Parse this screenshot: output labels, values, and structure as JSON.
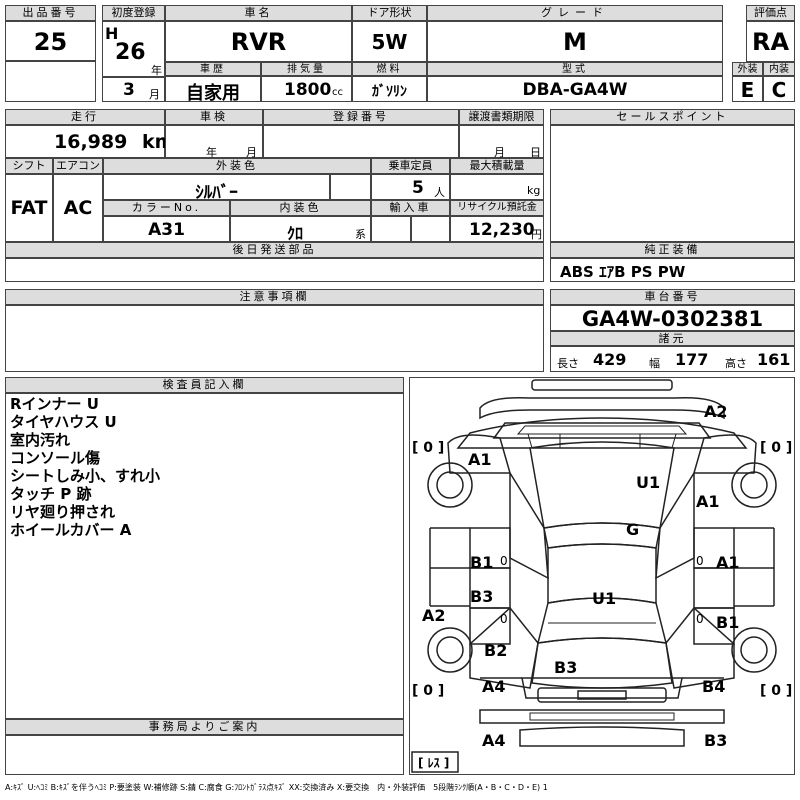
{
  "header": {
    "lot_label": "出品番号",
    "lot_number": "25",
    "first_reg_label": "初度登録",
    "era": "H",
    "year": "26",
    "year_unit": "年",
    "month": "3",
    "month_unit": "月",
    "car_name_label": "車名",
    "car_name": "RVR",
    "door_label": "ドア形状",
    "door": "5W",
    "grade_label": "グレード",
    "grade": "M",
    "score_label": "評価点",
    "score": "RA",
    "history_label": "車歴",
    "history": "自家用",
    "displacement_label": "排気量",
    "displacement": "1800",
    "displacement_unit": "cc",
    "fuel_label": "燃料",
    "fuel": "ｶﾞｿﾘﾝ",
    "model_label": "型式",
    "model": "DBA-GA4W",
    "exterior_label": "外装",
    "exterior": "E",
    "interior_label": "内装",
    "interior": "C"
  },
  "row2": {
    "mileage_label": "走行",
    "mileage": "16,989",
    "mileage_unit": "km",
    "inspection_label": "車検",
    "inspection_year_unit": "年",
    "inspection_month_unit": "月",
    "reg_no_label": "登録番号",
    "transfer_label": "譲渡書類期限",
    "transfer_month_unit": "月",
    "transfer_day_unit": "日",
    "sales_point_label": "セールスポイント"
  },
  "row3": {
    "shift_label": "シフト",
    "shift": "FAT",
    "ac_label": "エアコン",
    "ac": "AC",
    "exterior_color_label": "外装色",
    "exterior_color": "ｼﾙﾊﾞｰ",
    "capacity_label": "乗車定員",
    "capacity": "5",
    "capacity_unit": "人",
    "max_load_label": "最大積載量",
    "max_load_unit": "kg",
    "color_no_label": "カラーNo.",
    "color_no": "A31",
    "interior_color_label": "内装色",
    "interior_color": "ｸﾛ",
    "interior_color_unit": "系",
    "import_label": "輸入車",
    "recycle_label": "リサイクル預託金",
    "recycle": "12,230",
    "recycle_unit": "円"
  },
  "row4": {
    "parts_label": "後日発送部品",
    "equipment_label": "純正装備",
    "equipment": "ABS ｴｱB PS PW"
  },
  "row5": {
    "notes_label": "注意事項欄",
    "chassis_label": "車台番号",
    "chassis": "GA4W-0302381",
    "dims_label": "諸元",
    "length_label": "長さ",
    "length": "429",
    "width_label": "幅",
    "width": "177",
    "height_label": "高さ",
    "height": "161"
  },
  "inspector": {
    "label": "検査員記入欄",
    "notes": [
      "Rインナー U",
      "タイヤハウス U",
      "室内汚れ",
      "コンソール傷",
      "シートしみ小、すれ小",
      "タッチ P 跡",
      "リヤ廻り押され",
      "ホイールカバー A"
    ]
  },
  "office": {
    "label": "事務局よりご案内"
  },
  "diagram": {
    "marks": {
      "a2_top": "A2",
      "a1_fl": "A1",
      "u1_roof": "U1",
      "a1_fr": "A1",
      "g_glass": "G",
      "b1_l": "B1",
      "a1_r": "A1",
      "b3_l": "B3",
      "u1_mid": "U1",
      "a2_l": "A2",
      "b1_r": "B1",
      "b2": "B2",
      "b3_rear": "B3",
      "a4_l": "A4",
      "b4": "B4",
      "a4_bottom": "A4",
      "b3_bottom": "B3"
    },
    "tire_fl": "[ 0 ]",
    "tire_fr": "[ 0 ]",
    "tire_rl": "[ 0 ]",
    "tire_rr": "[ 0 ]",
    "spare": "[ ﾚｽ ]",
    "zero": "0"
  },
  "legend": "A:ｷｽﾞ U:ﾍｺﾐ B:ｷｽﾞを伴うﾍｺﾐ P:要塗装 W:補修跡 S:錆 C:腐食 G:ﾌﾛﾝﾄｶﾞﾗｽ点ｷｽﾞ XX:交換済み X:要交換　内・外装評価　5段階ﾗﾝｸ順(A・B・C・D・E) 1"
}
